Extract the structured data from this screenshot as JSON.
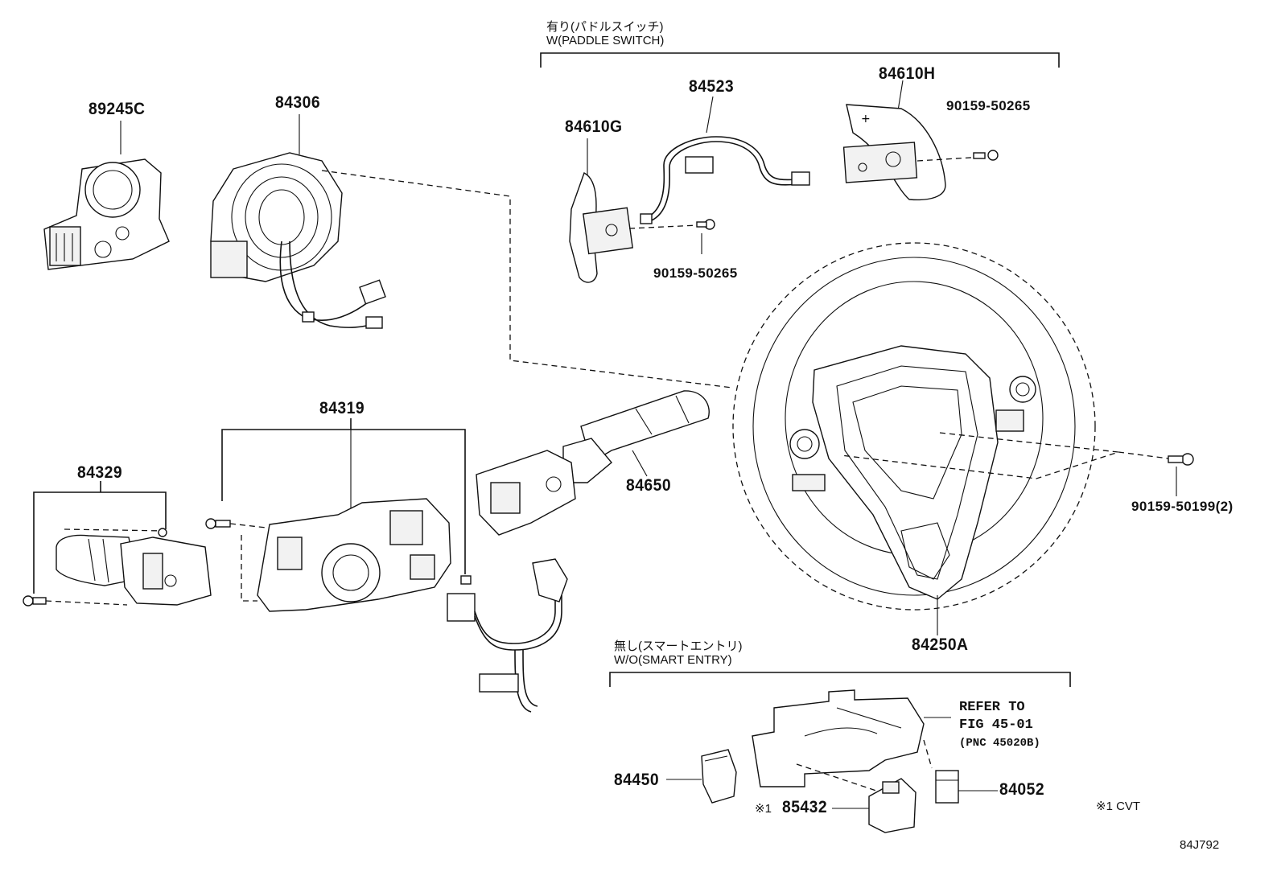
{
  "sections": {
    "paddle_switch": {
      "title_jp": "有り(パドルスイッチ)",
      "title_en": "W(PADDLE SWITCH)"
    },
    "smart_entry": {
      "title_jp": "無し(スマートエントリ)",
      "title_en": "W/O(SMART ENTRY)"
    }
  },
  "parts": {
    "p89245C": "89245C",
    "p84306": "84306",
    "p84523": "84523",
    "p84610H": "84610H",
    "p84610G": "84610G",
    "p9015950265_a": "90159-50265",
    "p9015950265_b": "90159-50265",
    "p84319": "84319",
    "p84329": "84329",
    "p84650": "84650",
    "p9015950199": "90159-50199(2)",
    "p84250A": "84250A",
    "p84450": "84450",
    "p85432": "85432",
    "p84052": "84052"
  },
  "marks": {
    "note_symbol": "※1"
  },
  "refer": {
    "line1": "REFER TO",
    "line2": "FIG 45-01",
    "line3": "(PNC 45020B)"
  },
  "footnote": "※1 CVT",
  "diagram_id": "84J792"
}
